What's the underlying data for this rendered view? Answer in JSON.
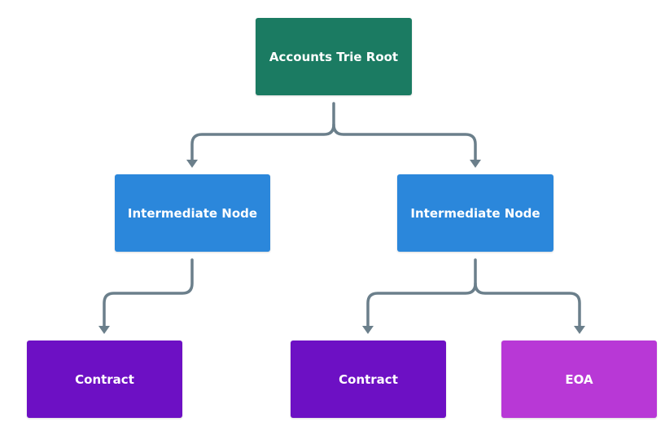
{
  "diagram": {
    "colors": {
      "root": "#1b7b62",
      "intermediate": "#2b87db",
      "contract": "#6d10c4",
      "eoa": "#b838d6",
      "connector": "#6b7f8b"
    },
    "nodes": {
      "root": {
        "label": "Accounts Trie Root"
      },
      "intermediate_left": {
        "label": "Intermediate Node"
      },
      "intermediate_right": {
        "label": "Intermediate Node"
      },
      "contract_left": {
        "label": "Contract"
      },
      "contract_middle": {
        "label": "Contract"
      },
      "eoa": {
        "label": "EOA"
      }
    },
    "edges": [
      {
        "from": "root",
        "to": "intermediate_left"
      },
      {
        "from": "root",
        "to": "intermediate_right"
      },
      {
        "from": "intermediate_left",
        "to": "contract_left"
      },
      {
        "from": "intermediate_right",
        "to": "contract_middle"
      },
      {
        "from": "intermediate_right",
        "to": "eoa"
      }
    ]
  }
}
